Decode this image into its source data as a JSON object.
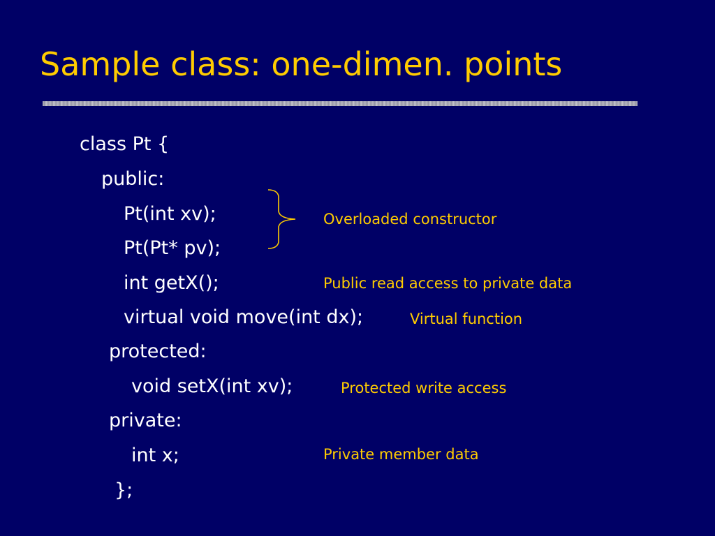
{
  "slide": {
    "title": "Sample class: one-dimen. points",
    "code_lines": [
      "class Pt {",
      "public:",
      "Pt(int xv);",
      "Pt(Pt* pv);",
      "int getX();",
      "virtual void move(int dx);",
      "protected:",
      "void setX(int xv);",
      "private:",
      "int x;",
      "};"
    ],
    "annotations": [
      "Overloaded constructor",
      "Public read access to private data",
      "Virtual function",
      "Protected write access",
      "Private member data"
    ]
  },
  "colors": {
    "background": "#000066",
    "title": "#ffcc00",
    "code": "#ffffff",
    "annotation": "#ffcc00"
  },
  "icons": {
    "brace": "right-curly-brace-icon"
  }
}
